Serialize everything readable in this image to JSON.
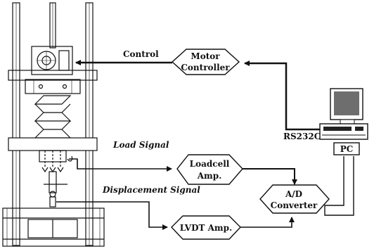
{
  "labels": {
    "control": "Control",
    "motor_controller_line1": "Motor",
    "motor_controller_line2": "Controller",
    "rs232c": "RS232C",
    "pc": "PC",
    "load_signal": "Load Signal",
    "loadcell_line1": "Loadcell",
    "loadcell_line2": "Amp.",
    "displacement_signal": "Displacement Signal",
    "ad_line1": "A/D",
    "ad_line2": "Converter",
    "lvdt_amp": "LVDT Amp."
  },
  "colors": {
    "line": "#111111",
    "screen": "#6e6e6e"
  }
}
